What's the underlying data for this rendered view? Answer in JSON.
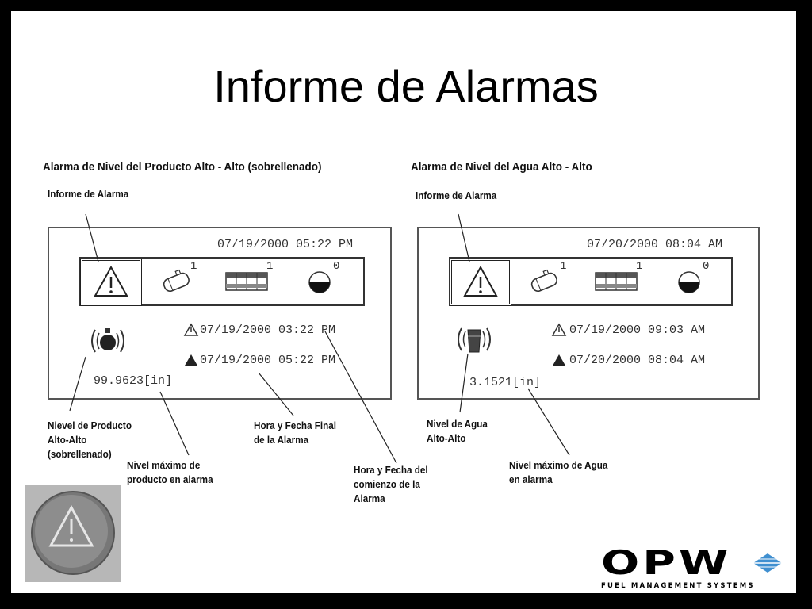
{
  "slide": {
    "title": "Informe de Alarmas"
  },
  "left": {
    "heading": "Alarma de Nivel del Producto Alto - Alto (sobrellenado)",
    "report_label": "Informe de Alarma",
    "header_datetime": "07/19/2000   05:22 PM",
    "tank_count": "1",
    "probe_count": "1",
    "level_count": "0",
    "start_datetime": "07/19/2000   03:22 PM",
    "end_datetime": "07/19/2000   05:22 PM",
    "reading": "99.9623[in]",
    "callout_level_1": "Nievel de Producto",
    "callout_level_2": "Alto-Alto",
    "callout_level_3": "(sobrellenado)",
    "callout_max_1": "Nivel máximo de",
    "callout_max_2": "producto en alarma",
    "callout_end_1": "Hora y Fecha Final",
    "callout_end_2": "de la Alarma"
  },
  "center": {
    "callout_start_1": "Hora y Fecha del",
    "callout_start_2": "comienzo de la",
    "callout_start_3": "Alarma"
  },
  "right": {
    "heading": "Alarma de Nivel del Agua Alto - Alto",
    "report_label": "Informe de Alarma",
    "header_datetime": "07/20/2000   08:04 AM",
    "tank_count": "1",
    "probe_count": "1",
    "level_count": "0",
    "start_datetime": "07/19/2000   09:03 AM",
    "end_datetime": "07/20/2000   08:04 AM",
    "reading": "3.1521[in]",
    "callout_level_1": "Nivel de Agua",
    "callout_level_2": "Alto-Alto",
    "callout_max_1": "Nivel máximo de Agua",
    "callout_max_2": "en alarma"
  },
  "logo": {
    "name": "OPW",
    "tagline": "FUEL MANAGEMENT SYSTEMS",
    "accent": "#3f8fd0"
  },
  "icons": {
    "warning": "warning-triangle-icon",
    "tank": "tank-icon",
    "probe": "probe-icon",
    "level": "level-gauge-icon",
    "alarm_bell": "alarm-bell-icon"
  }
}
